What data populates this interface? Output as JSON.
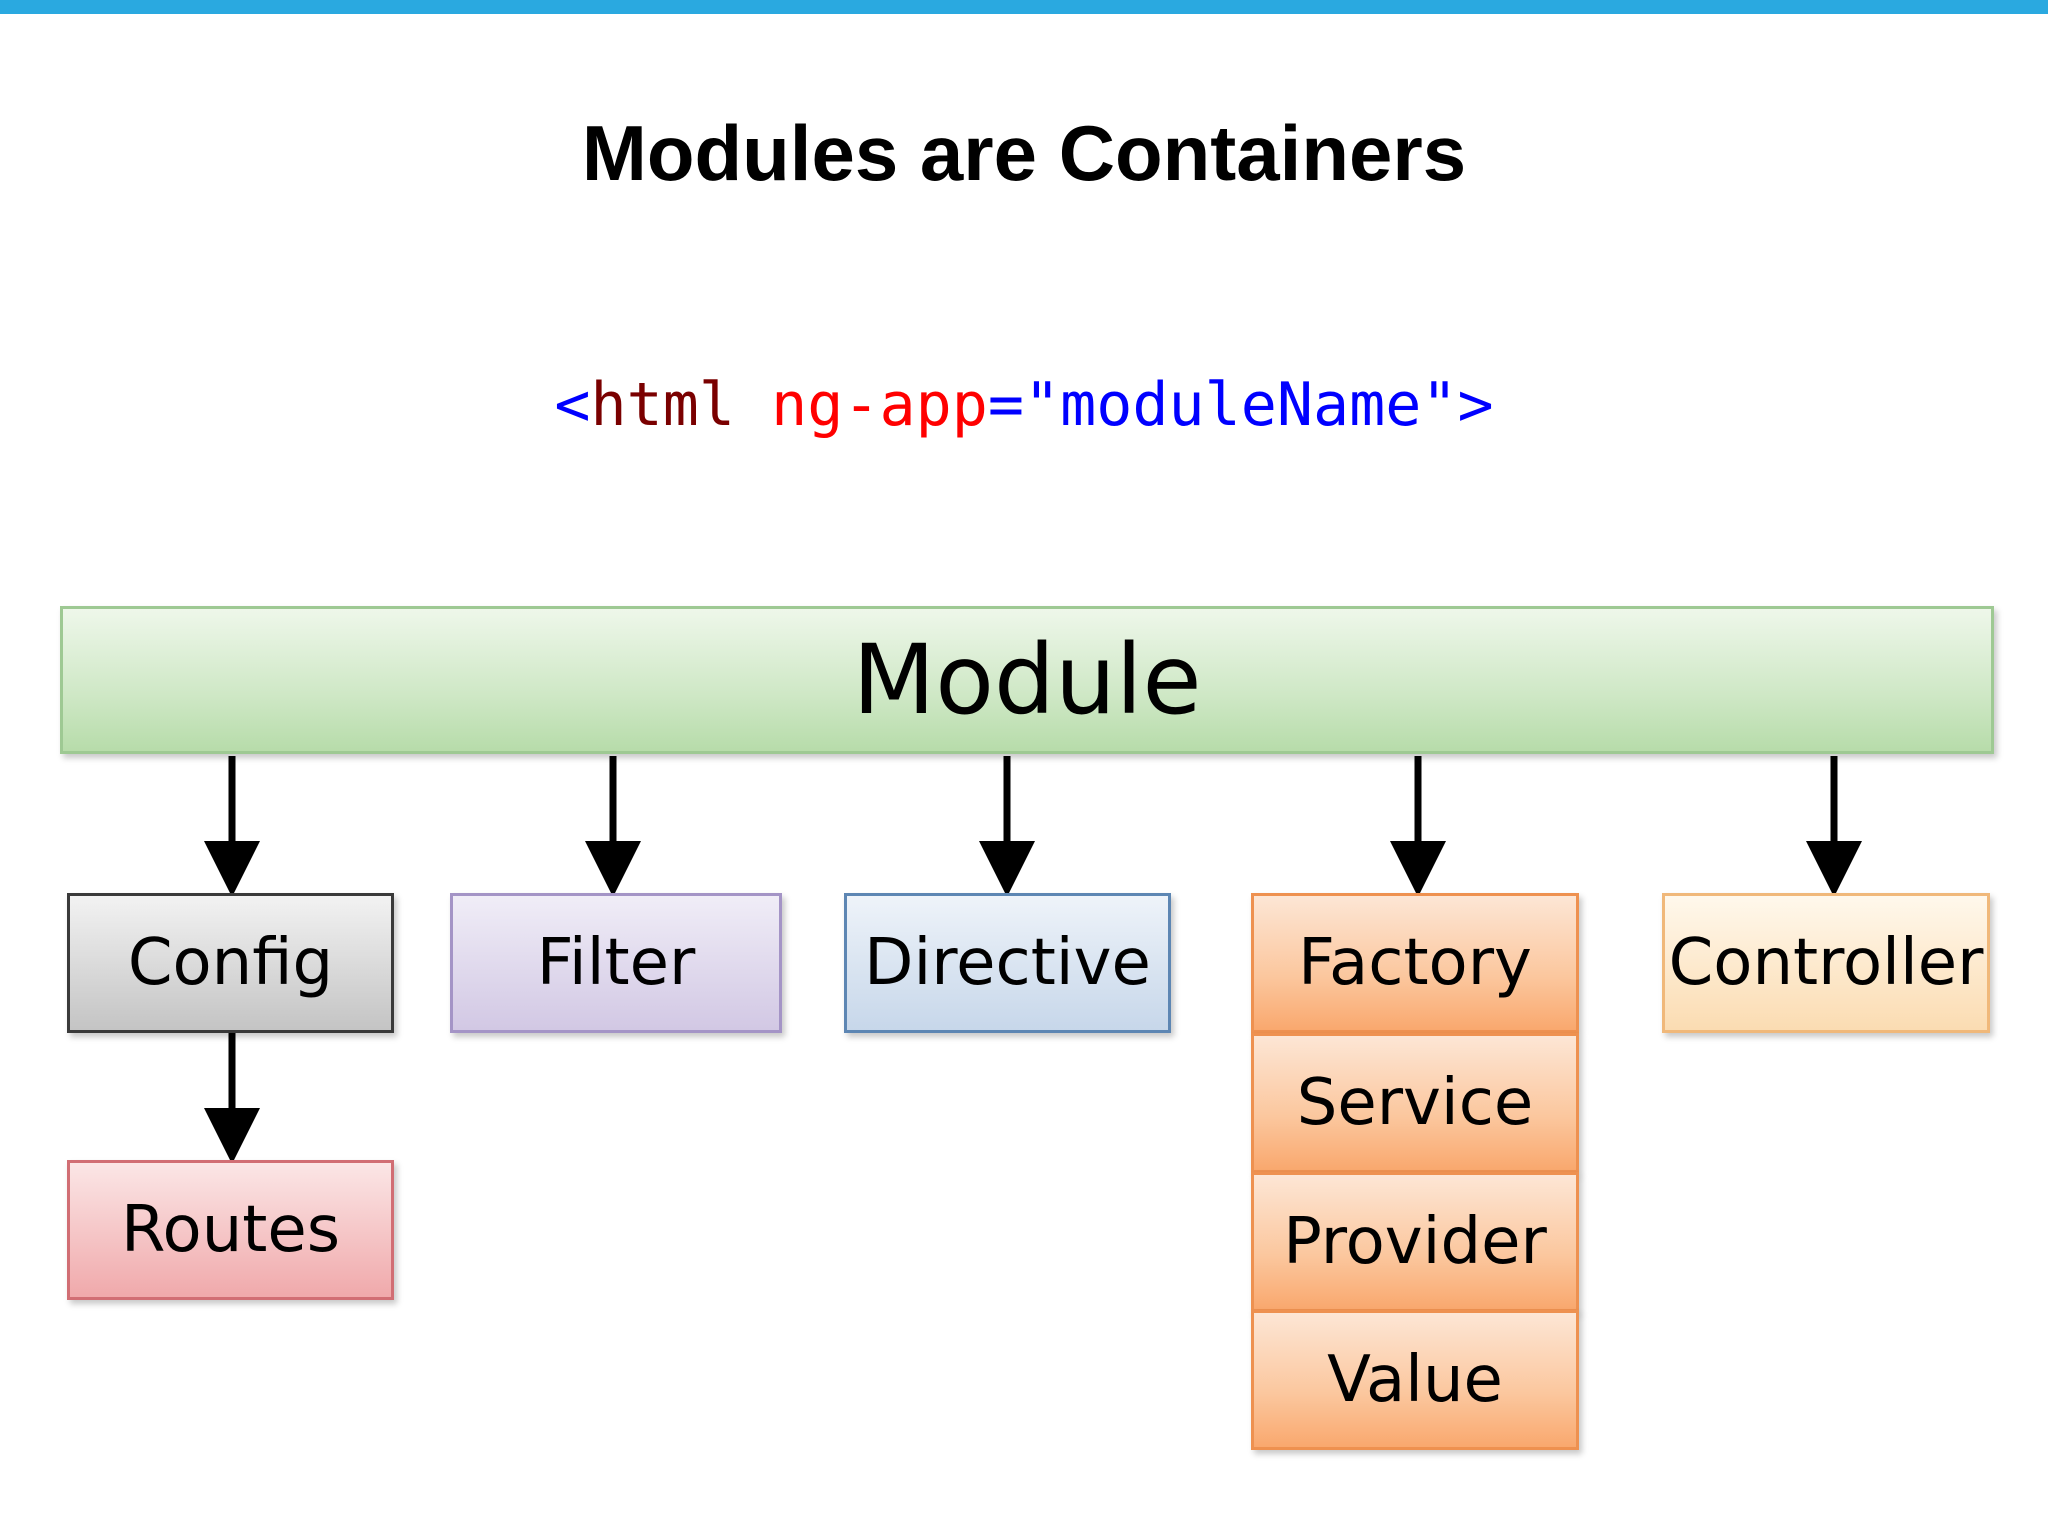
{
  "slide": {
    "title": "Modules are Containers",
    "accent_bar_color": "#2aa9e0"
  },
  "code_line": {
    "parts": [
      {
        "text": "<",
        "color": "#0000ff"
      },
      {
        "text": "html",
        "color": "#7a0000"
      },
      {
        "text": " ",
        "color": "#000000"
      },
      {
        "text": "ng-app",
        "color": "#ff0000"
      },
      {
        "text": "=",
        "color": "#0000ff"
      },
      {
        "text": "\"moduleName\"",
        "color": "#0000ff"
      },
      {
        "text": ">",
        "color": "#0000ff"
      }
    ]
  },
  "diagram": {
    "root": "Module",
    "children": [
      "Config",
      "Filter",
      "Directive",
      "Factory",
      "Controller"
    ],
    "config_child": "Routes",
    "factory_stack": [
      "Factory",
      "Service",
      "Provider",
      "Value"
    ]
  }
}
